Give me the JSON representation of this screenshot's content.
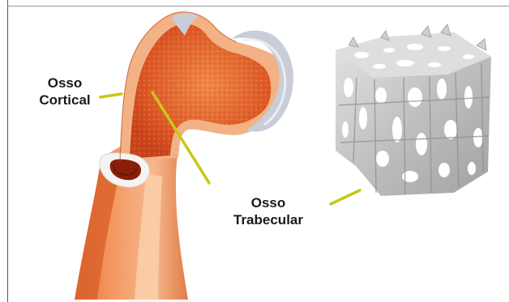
{
  "labels": {
    "cortical": {
      "line1": "Osso",
      "line2": "Cortical"
    },
    "trabecular": {
      "line1": "Osso",
      "line2": "Trabecular"
    }
  },
  "colors": {
    "pointer": "#c8c81a",
    "bone_light": "#f6c49a",
    "bone_mid": "#e5753a",
    "bone_dark": "#c9431a",
    "cartilage": "#c9cdd8",
    "trabecular_gray": "#c4c4c4",
    "frame": "#555555"
  },
  "icons": {
    "femur": "femur-cross-section-illustration",
    "trabecular": "trabecular-bone-microstructure-cube"
  }
}
